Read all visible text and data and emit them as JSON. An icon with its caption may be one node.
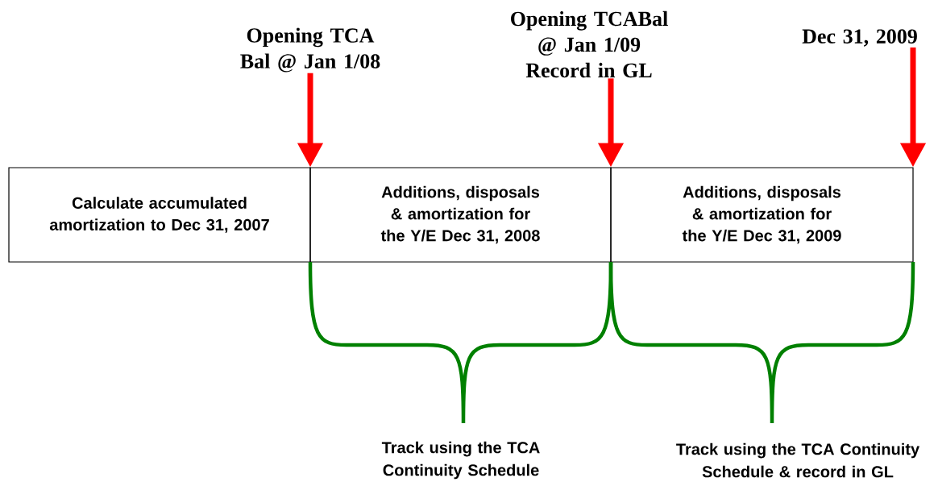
{
  "diagram": {
    "nodes": [
      {
        "text": [
          "Calculate accumulated amortization to Dec 31, 2007"
        ]
      },
      {
        "text": [
          "Additions, disposals & amortization for the Y/E Dec 31, 2008"
        ]
      },
      {
        "text": [
          "Additions, disposals & amortization for the Y/E Dec 31, 2009"
        ]
      },
      {
        "text": [
          "Opening TCA Bal @ Jan 1/08"
        ]
      },
      {
        "text": [
          "Opening TCABal @ Jan 1/09 Record in GL"
        ]
      },
      {
        "text": [
          "Dec 31, 2009"
        ]
      }
    ],
    "edges": [
      {
        "from": 3,
        "to": 1,
        "arrow": "to"
      },
      {
        "from": 4,
        "to": 2,
        "arrow": "to"
      },
      {
        "from": 5,
        "to": 2,
        "arrow": "to"
      }
    ],
    "labels": [
      "Track using the TCA Continuity Schedule",
      "Track using the TCA Continuity Schedule & record in GL"
    ]
  }
}
